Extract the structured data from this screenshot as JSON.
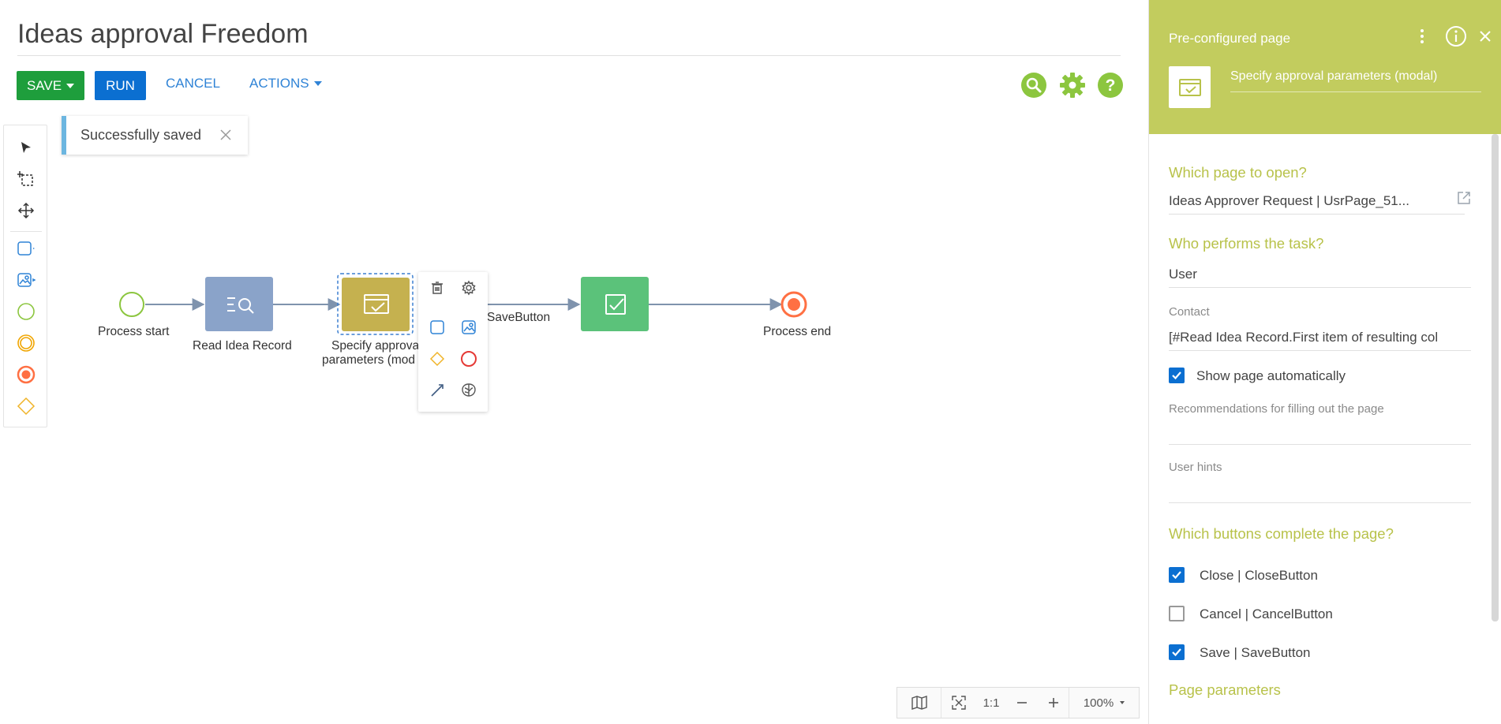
{
  "header": {
    "title": "Ideas approval Freedom",
    "save_label": "SAVE",
    "run_label": "RUN",
    "cancel_label": "CANCEL",
    "actions_label": "ACTIONS",
    "icons": [
      "search-icon",
      "gear-icon",
      "help-icon"
    ],
    "accent_color": "#8cc63f"
  },
  "toast": {
    "message": "Successfully saved"
  },
  "toolbar": {
    "tools": [
      "pointer-icon",
      "lasso-select-icon",
      "pan-icon",
      "task-icon",
      "subprocess-icon",
      "start-event-icon",
      "intermediate-event-icon",
      "end-event-icon",
      "gateway-icon"
    ]
  },
  "diagram": {
    "nodes": {
      "start": "Process start",
      "read": "Read Idea Record",
      "specify_line1": "Specify approva",
      "specify_line2": "parameters (mod",
      "save_flow": "SaveButton",
      "end": "Process end"
    },
    "colors": {
      "read": "#8aa3c9",
      "specify": "#c5b14f",
      "approve": "#5bc27a",
      "start": "#8cc63f",
      "end": "#ff7043"
    }
  },
  "context_menu": {
    "items": [
      "delete-icon",
      "settings-icon",
      "task-icon",
      "subprocess-icon",
      "gateway-icon",
      "end-event-icon",
      "connector-icon",
      "ai-icon"
    ]
  },
  "zoombar": {
    "fit_label": "1:1",
    "zoom_value": "100%"
  },
  "panel": {
    "header_title": "Pre-configured page",
    "element_name": "Specify approval parameters (modal)",
    "header_color": "#c2cc5e",
    "q_page": "Which page to open?",
    "page_value": "Ideas Approver Request | UsrPage_51...",
    "q_performer": "Who performs the task?",
    "performer_value": "User",
    "contact_label": "Contact",
    "contact_value": "[#Read Idea Record.First item of resulting col",
    "show_page_label": "Show page automatically",
    "show_page_checked": true,
    "recommendations_label": "Recommendations for filling out the page",
    "hints_label": "User hints",
    "q_buttons": "Which buttons complete the page?",
    "buttons": [
      {
        "label": "Close | CloseButton",
        "checked": true
      },
      {
        "label": "Cancel | CancelButton",
        "checked": false
      },
      {
        "label": "Save | SaveButton",
        "checked": true
      }
    ],
    "q_params": "Page parameters"
  }
}
